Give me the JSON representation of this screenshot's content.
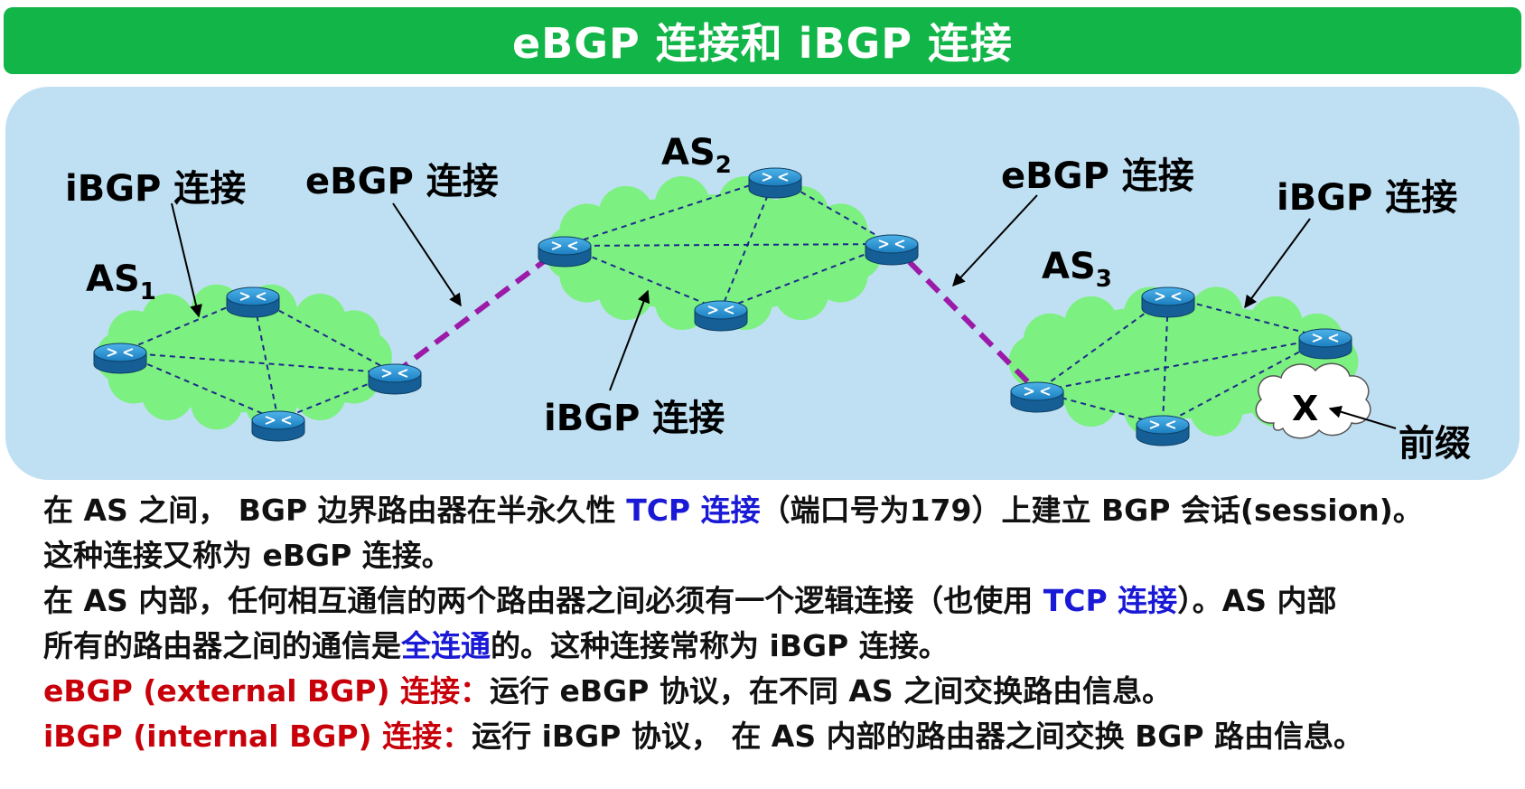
{
  "title": "eBGP 连接和 iBGP 连接",
  "diagram": {
    "labels": {
      "ibgp_left": "iBGP 连接",
      "ebgp_left": "eBGP 连接",
      "ebgp_right": "eBGP 连接",
      "ibgp_right": "iBGP 连接",
      "ibgp_middle": "iBGP 连接",
      "prefix": "前缀",
      "prefix_marker": "X"
    },
    "as_labels": [
      {
        "name": "AS",
        "sub": "1"
      },
      {
        "name": "AS",
        "sub": "2"
      },
      {
        "name": "AS",
        "sub": "3"
      }
    ],
    "colors": {
      "cloud": "#7cf080",
      "ebgp_link": "#9b1aa8",
      "ibgp_link": "#1d2a8c",
      "router": "#1f86c9"
    }
  },
  "paragraphs": {
    "p1_a": "在 AS 之间， BGP 边界路由器在半永久性 ",
    "p1_tcp": "TCP 连接",
    "p1_b": "（端口号为179）上建立 BGP 会话(session)。",
    "p1_c": "这种连接又称为 eBGP 连接。",
    "p2_a": "在 AS 内部，任何相互通信的两个路由器之间必须有一个逻辑连接（也使用 ",
    "p2_tcp": "TCP 连接",
    "p2_b": "）。AS 内部",
    "p2_c": "所有的路由器之间的通信是",
    "p2_full": "全连通",
    "p2_d": "的。这种连接常称为 iBGP 连接。",
    "ebgp_term": "eBGP (external BGP) 连接：",
    "ebgp_def": "运行 eBGP 协议，在不同 AS 之间交换路由信息。",
    "ibgp_term": "iBGP (internal BGP) 连接：",
    "ibgp_def": "运行 iBGP 协议， 在 AS 内部的路由器之间交换 BGP 路由信息。"
  }
}
